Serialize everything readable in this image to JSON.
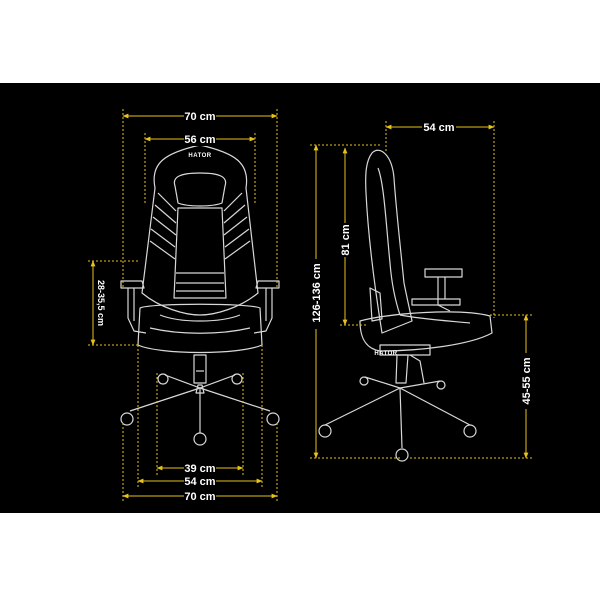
{
  "colors": {
    "background": "#000000",
    "frame": "#ffffff",
    "dimension": "#e8c21a",
    "outline": "#d8d8d8"
  },
  "brand": "HATOR",
  "front_view": {
    "overall_width": "70 cm",
    "backrest_width": "56 cm",
    "armrest_height": "28-35,5 cm",
    "base_inner_width": "39 cm",
    "base_mid_width": "54 cm",
    "base_outer_width": "70 cm"
  },
  "side_view": {
    "depth": "54 cm",
    "backrest_height": "81 cm",
    "total_height": "126-136 cm",
    "seat_height": "45-55 cm"
  }
}
